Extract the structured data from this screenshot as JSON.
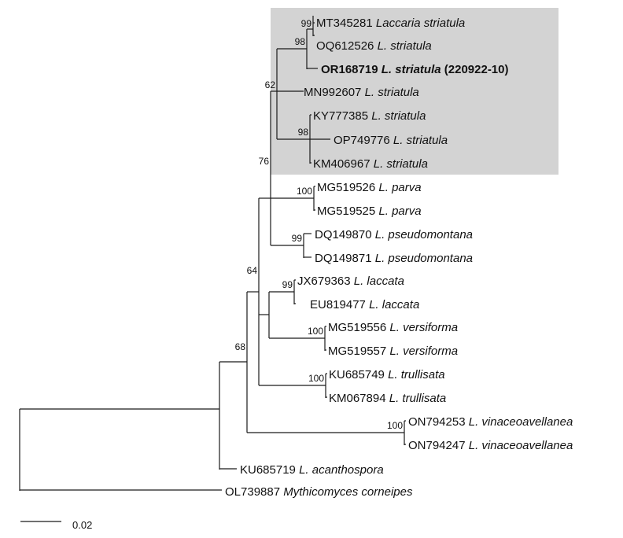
{
  "highlight_color": "#d3d3d3",
  "taxa": {
    "mt345281": {
      "acc": "MT345281",
      "sp": "Laccaria striatula"
    },
    "oq612526": {
      "acc": "OQ612526",
      "sp": "L. striatula"
    },
    "or168719": {
      "acc": "OR168719",
      "sp": "L. striatula",
      "suffix": "(220922-10)"
    },
    "mn992607": {
      "acc": "MN992607",
      "sp": "L. striatula"
    },
    "ky777385": {
      "acc": "KY777385",
      "sp": "L. striatula"
    },
    "op749776": {
      "acc": "OP749776",
      "sp": "L. striatula"
    },
    "km406967": {
      "acc": "KM406967",
      "sp": "L. striatula"
    },
    "mg519526": {
      "acc": "MG519526",
      "sp": "L. parva"
    },
    "mg519525": {
      "acc": "MG519525",
      "sp": "L. parva"
    },
    "dq149870": {
      "acc": "DQ149870",
      "sp": "L. pseudomontana"
    },
    "dq149871": {
      "acc": "DQ149871",
      "sp": "L. pseudomontana"
    },
    "jx679363": {
      "acc": "JX679363",
      "sp": "L. laccata"
    },
    "eu819477": {
      "acc": "EU819477",
      "sp": "L. laccata"
    },
    "mg519556": {
      "acc": "MG519556",
      "sp": "L. versiforma"
    },
    "mg519557": {
      "acc": "MG519557",
      "sp": "L. versiforma"
    },
    "ku685749": {
      "acc": "KU685749",
      "sp": "L. trullisata"
    },
    "km067894": {
      "acc": "KM067894",
      "sp": "L. trullisata"
    },
    "on794253": {
      "acc": "ON794253",
      "sp": "L. vinaceoavellanea"
    },
    "on794247": {
      "acc": "ON794247",
      "sp": "L. vinaceoavellanea"
    },
    "ku685719": {
      "acc": "KU685719",
      "sp": "L. acanthospora"
    },
    "ol739887": {
      "acc": "OL739887",
      "sp": "Mythicomyces corneipes"
    }
  },
  "bootstrap": {
    "b99a": "99",
    "b98a": "98",
    "b62": "62",
    "b98b": "98",
    "b76": "76",
    "b100a": "100",
    "b99b": "99",
    "b64": "64",
    "b99c": "99",
    "b100b": "100",
    "b100c": "100",
    "b68": "68",
    "b100d": "100"
  },
  "scale": {
    "label": "0.02"
  }
}
